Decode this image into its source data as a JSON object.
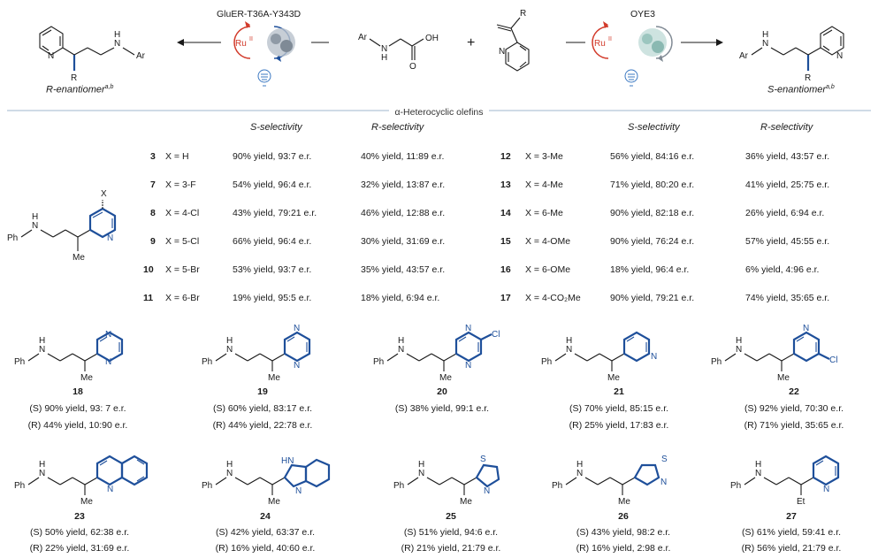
{
  "scheme": {
    "left_enzyme": "GluER-T36A-Y343D",
    "right_enzyme": "OYE3",
    "catalyst": "Ru",
    "catalyst_ox": "II",
    "left_product_label": "R-enantiomer",
    "right_product_label": "S-enantiomer",
    "footnote": "a,b",
    "plus": "+",
    "atoms": {
      "N": "N",
      "H": "H",
      "R": "R",
      "Ar": "Ar",
      "OH": "OH",
      "O": "O",
      "X": "X",
      "Ph": "Ph",
      "Me": "Me",
      "Et": "Et",
      "Cl": "Cl",
      "S": "S",
      "HN": "HN"
    }
  },
  "section_title": "α-Heterocyclic olefins",
  "column_headers": {
    "s_sel": "S-selectivity",
    "r_sel": "R-selectivity"
  },
  "table_left": [
    {
      "num": "3",
      "x": "X = H",
      "s": "90% yield, 93:7 e.r.",
      "r": "40% yield, 11:89 e.r."
    },
    {
      "num": "7",
      "x": "X = 3-F",
      "s": "54% yield, 96:4 e.r.",
      "r": "32% yield, 13:87 e.r."
    },
    {
      "num": "8",
      "x": "X = 4-Cl",
      "s": "43% yield, 79:21 e.r.",
      "r": "46% yield, 12:88 e.r."
    },
    {
      "num": "9",
      "x": "X = 5-Cl",
      "s": "66% yield, 96:4 e.r.",
      "r": "30% yield, 31:69 e.r."
    },
    {
      "num": "10",
      "x": "X = 5-Br",
      "s": "53% yield, 93:7 e.r.",
      "r": "35% yield, 43:57 e.r."
    },
    {
      "num": "11",
      "x": "X = 6-Br",
      "s": "19% yield, 95:5 e.r.",
      "r": "18% yield, 6:94 e.r."
    }
  ],
  "table_right": [
    {
      "num": "12",
      "x": "X = 3-Me",
      "s": "56% yield, 84:16 e.r.",
      "r": "36% yield, 43:57 e.r."
    },
    {
      "num": "13",
      "x": "X = 4-Me",
      "s": "71% yield, 80:20 e.r.",
      "r": "41% yield, 25:75 e.r."
    },
    {
      "num": "14",
      "x": "X = 6-Me",
      "s": "90% yield, 82:18 e.r.",
      "r": "26% yield,  6:94 e.r."
    },
    {
      "num": "15",
      "x": "X = 4-OMe",
      "s": "90% yield, 76:24 e.r.",
      "r": "57% yield, 45:55 e.r."
    },
    {
      "num": "16",
      "x": "X = 6-OMe",
      "s": "18% yield, 96:4 e.r.",
      "r": "6% yield,   4:96 e.r."
    },
    {
      "num": "17",
      "x": "X = 4-CO₂Me",
      "s": "90% yield, 79:21 e.r.",
      "r": "74% yield, 35:65 e.r."
    }
  ],
  "compounds_row1": [
    {
      "num": "18",
      "s": "(S) 90% yield,  93: 7 e.r.",
      "r": "(R) 44% yield, 10:90 e.r."
    },
    {
      "num": "19",
      "s": "(S) 60% yield, 83:17 e.r.",
      "r": "(R) 44% yield, 22:78 e.r."
    },
    {
      "num": "20",
      "s": "(S) 38% yield, 99:1 e.r.",
      "r": ""
    },
    {
      "num": "21",
      "s": "(S) 70% yield, 85:15 e.r.",
      "r": "(R) 25% yield, 17:83 e.r."
    },
    {
      "num": "22",
      "s": "(S) 92% yield, 70:30 e.r.",
      "r": "(R) 71% yield, 35:65 e.r."
    }
  ],
  "compounds_row2": [
    {
      "num": "23",
      "s": "(S) 50% yield, 62:38 e.r.",
      "r": "(R) 22% yield, 31:69 e.r."
    },
    {
      "num": "24",
      "s": "(S) 42% yield, 63:37 e.r.",
      "r": "(R) 16% yield, 40:60 e.r."
    },
    {
      "num": "25",
      "s": "(S) 51% yield, 94:6 e.r.",
      "r": "(R) 21% yield, 21:79 e.r."
    },
    {
      "num": "26",
      "s": "(S) 43% yield, 98:2 e.r.",
      "r": "(R) 16% yield, 2:98 e.r."
    },
    {
      "num": "27",
      "s": "(S) 61% yield, 59:41 e.r.",
      "r": "(R) 56% yield, 21:79 e.r."
    }
  ]
}
